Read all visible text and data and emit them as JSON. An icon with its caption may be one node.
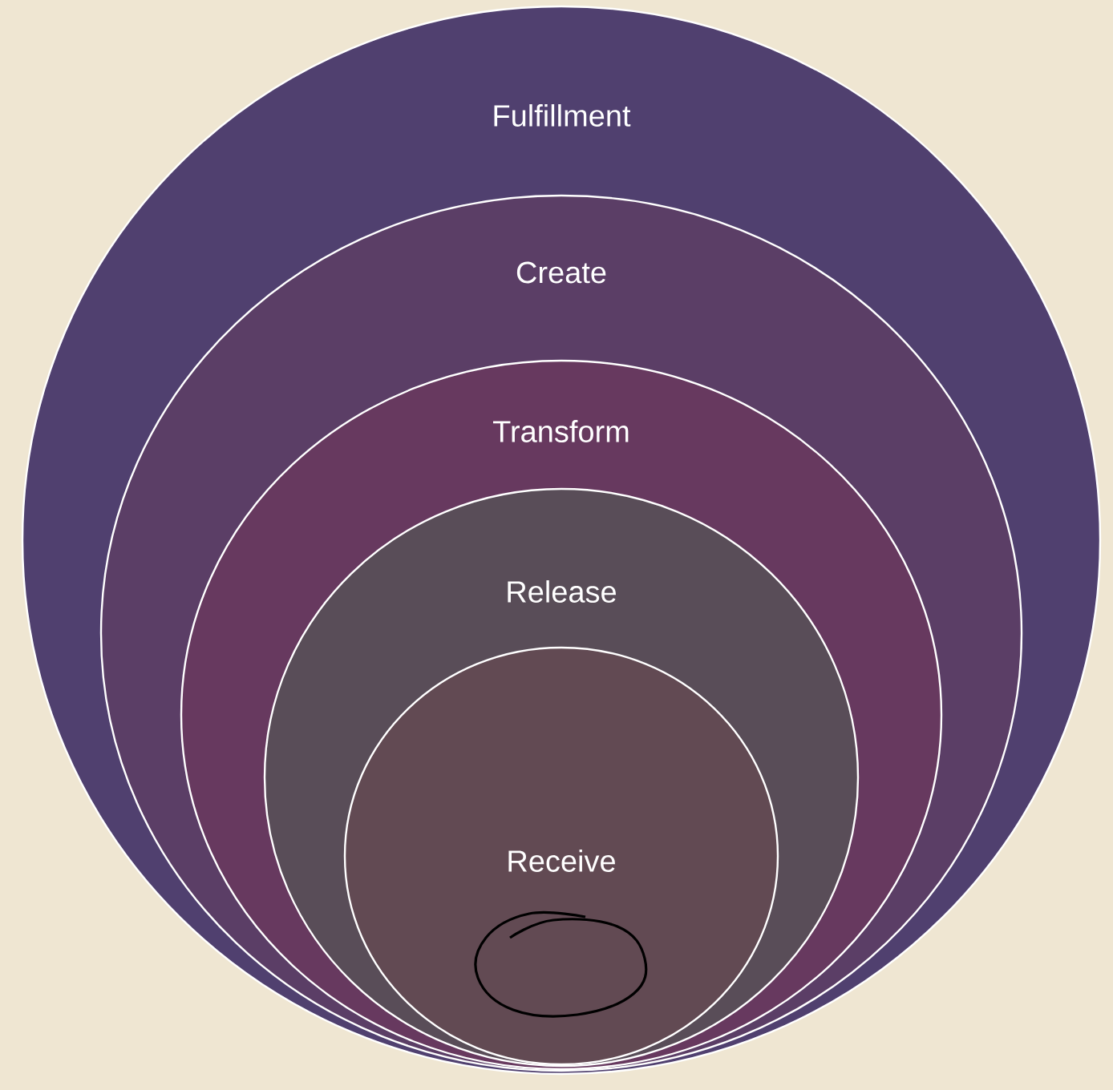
{
  "diagram": {
    "nodes": [
      {
        "text": [
          "Fulfillment"
        ]
      },
      {
        "text": [
          "Create"
        ],
        "in": 0
      },
      {
        "text": [
          "Transform"
        ],
        "in": 1
      },
      {
        "text": [
          "Release"
        ],
        "in": 2
      },
      {
        "text": [
          "Receive"
        ],
        "in": 3
      }
    ]
  }
}
